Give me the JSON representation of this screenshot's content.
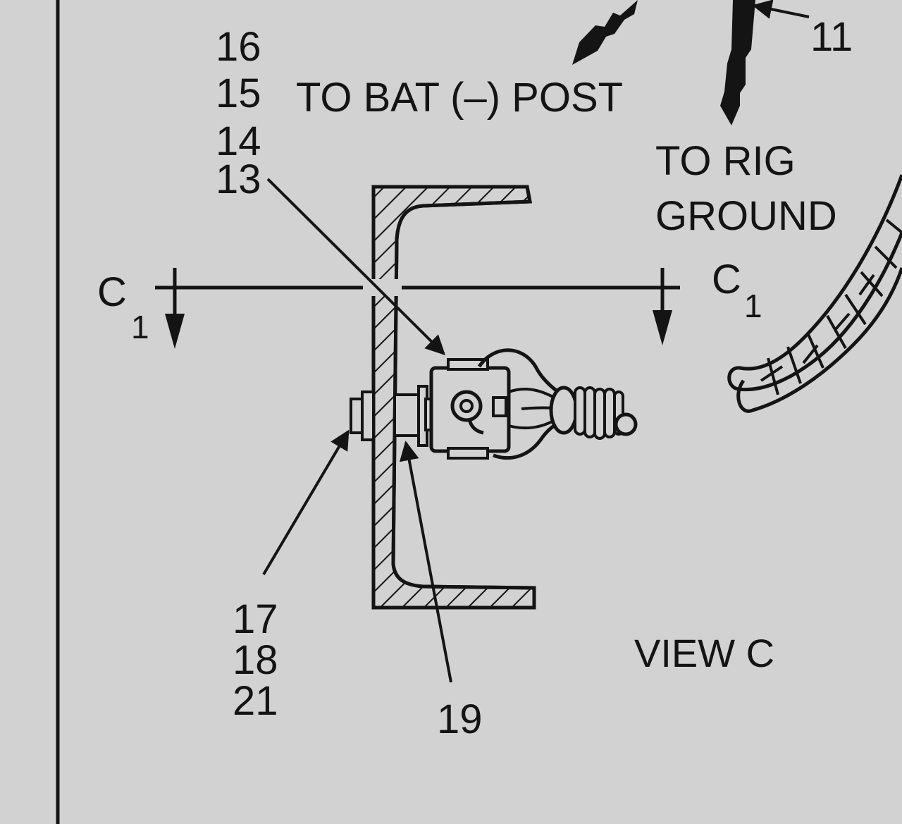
{
  "labels": {
    "ref_16": "16",
    "ref_15": "15",
    "ref_14": "14",
    "ref_13": "13",
    "ref_11": "11",
    "ref_17": "17",
    "ref_18": "18",
    "ref_21": "21",
    "ref_19": "19",
    "to_bat_post": "TO BAT (–) POST",
    "to_rig": "TO RIG",
    "ground": "GROUND",
    "section_left_letter": "C",
    "section_left_sub": "1",
    "section_right_letter": "C",
    "section_right_sub": "1",
    "view": "VIEW C"
  },
  "colors": {
    "background": "#d2d2d2",
    "ink": "#141414"
  }
}
